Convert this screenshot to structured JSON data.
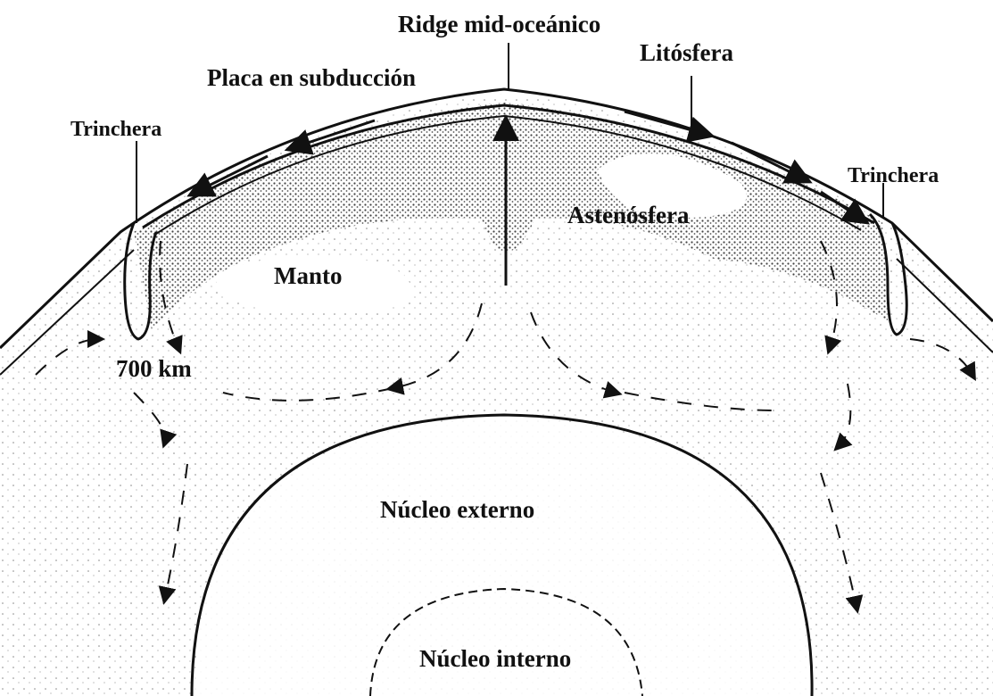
{
  "labels": {
    "ridge": "Ridge mid-oceánico",
    "lithosphere": "Litósfera",
    "subducting_plate": "Placa en subducción",
    "trench_left": "Trinchera",
    "trench_right": "Trinchera",
    "asthenosphere": "Astenósfera",
    "mantle": "Manto",
    "depth": "700 km",
    "outer_core": "Núcleo externo",
    "inner_core": "Núcleo interno"
  },
  "colors": {
    "ink": "#111111",
    "stipple": "#555555",
    "background": "#ffffff"
  }
}
